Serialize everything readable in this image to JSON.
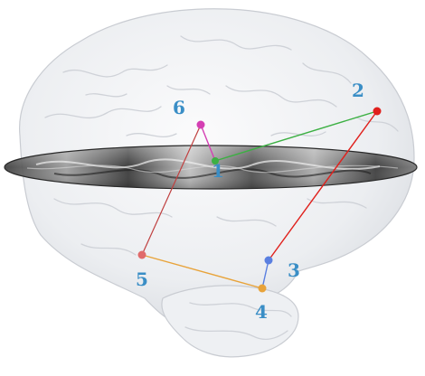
{
  "figure": {
    "nodes": [
      {
        "id": "1",
        "label": "1",
        "color": "#3cb043"
      },
      {
        "id": "2",
        "label": "2",
        "color": "#e0201c"
      },
      {
        "id": "3",
        "label": "3",
        "color": "#5a7fe0"
      },
      {
        "id": "4",
        "label": "4",
        "color": "#e8a33a"
      },
      {
        "id": "5",
        "label": "5",
        "color": "#e06a6a"
      },
      {
        "id": "6",
        "label": "6",
        "color": "#d43fb3"
      }
    ],
    "edges": [
      {
        "from": "1",
        "to": "2",
        "color": "#3cb043"
      },
      {
        "from": "1",
        "to": "6",
        "color": "#d43fb3"
      },
      {
        "from": "2",
        "to": "3",
        "color": "#e0201c"
      },
      {
        "from": "3",
        "to": "4",
        "color": "#5a7fe0"
      },
      {
        "from": "4",
        "to": "5",
        "color": "#e8a33a"
      },
      {
        "from": "5",
        "to": "6",
        "color": "#c04040"
      }
    ],
    "label_color": "#3a8ec6",
    "brain_color": "#e6e8ec",
    "slice_color": "#555555"
  }
}
